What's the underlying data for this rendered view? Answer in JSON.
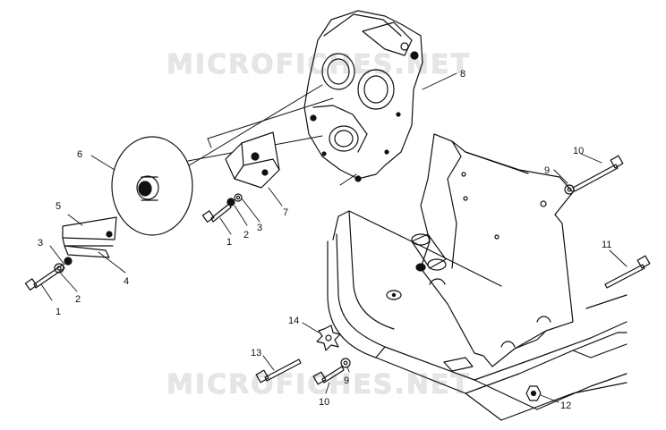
{
  "diagram": {
    "watermark_lettering": "MICROFICHES.NET",
    "colors": {
      "ink": "#111111",
      "background": "#ffffff",
      "watermark": "#cfcfcf"
    },
    "parts": [
      {
        "key": "bolt-left",
        "label": "1"
      },
      {
        "key": "washer-left",
        "label": "2"
      },
      {
        "key": "nut-left",
        "label": "3"
      },
      {
        "key": "bracket-lower",
        "label": "4"
      },
      {
        "key": "bracket-upper",
        "label": "5"
      },
      {
        "key": "driven-disc",
        "label": "6"
      },
      {
        "key": "mount-bracket",
        "label": "7"
      },
      {
        "key": "chaincase",
        "label": "8"
      },
      {
        "key": "washer-right",
        "label": "9"
      },
      {
        "key": "bolt-right",
        "label": "10"
      },
      {
        "key": "long-bolt",
        "label": "11"
      },
      {
        "key": "locknut",
        "label": "12"
      },
      {
        "key": "bolt-bottom",
        "label": "13"
      },
      {
        "key": "star-washer",
        "label": "14"
      }
    ],
    "callouts": [
      {
        "key": "c1a",
        "label": "1"
      },
      {
        "key": "c2a",
        "label": "2"
      },
      {
        "key": "c3a",
        "label": "3"
      },
      {
        "key": "c4",
        "label": "4"
      },
      {
        "key": "c5",
        "label": "5"
      },
      {
        "key": "c6",
        "label": "6"
      },
      {
        "key": "c1b",
        "label": "1"
      },
      {
        "key": "c2b",
        "label": "2"
      },
      {
        "key": "c3b",
        "label": "3"
      },
      {
        "key": "c7",
        "label": "7"
      },
      {
        "key": "c8",
        "label": "8"
      },
      {
        "key": "c10a",
        "label": "10"
      },
      {
        "key": "c9a",
        "label": "9"
      },
      {
        "key": "c11",
        "label": "11"
      },
      {
        "key": "c14",
        "label": "14"
      },
      {
        "key": "c13",
        "label": "13"
      },
      {
        "key": "c9b",
        "label": "9"
      },
      {
        "key": "c10b",
        "label": "10"
      },
      {
        "key": "c12",
        "label": "12"
      }
    ]
  }
}
